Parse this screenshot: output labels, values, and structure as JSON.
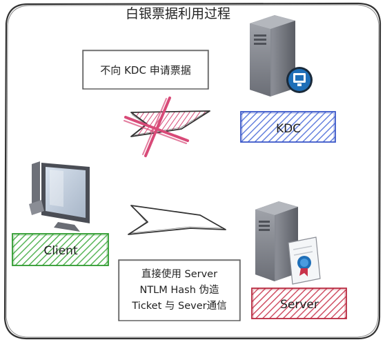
{
  "title": "白银票据利用过程",
  "note_top": "不向 KDC 申请票据",
  "note_bottom": {
    "lines": [
      "直接使用 Server",
      "NTLM Hash 伪造",
      "Ticket 与 Sever通信"
    ]
  },
  "nodes": {
    "kdc": {
      "label": "KDC",
      "color": "#4a6bd8"
    },
    "client": {
      "label": "Client",
      "color": "#3aa83a"
    },
    "server": {
      "label": "Server",
      "color": "#c8324a"
    }
  },
  "colors": {
    "cross": "#d84a78",
    "frame": "#333333",
    "server_body": "#7d8088",
    "monitor_blue": "#1f6fb8"
  },
  "icons": [
    "server-tower-icon",
    "monitor-badge-icon",
    "desktop-monitor-icon",
    "certificate-icon",
    "cross-out-icon",
    "arrow-icon"
  ]
}
